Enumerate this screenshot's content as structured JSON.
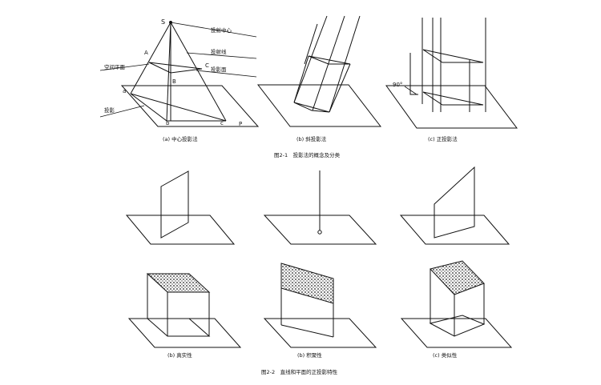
{
  "figure_2_1": {
    "caption": "图2-1　投影法的概念及分类",
    "panel_a": {
      "caption": "(a) 中心投影法",
      "labels": {
        "S": "S",
        "A": "A",
        "B": "B",
        "C": "C",
        "a": "a",
        "b": "b",
        "c": "c",
        "P": "P",
        "center": "投射中心",
        "ray": "投射线",
        "shadow": "投影面",
        "space": "空间平面",
        "proj": "投影"
      }
    },
    "panel_b": {
      "caption": "(b) 斜投影法"
    },
    "panel_c": {
      "caption": "(c) 正投影法",
      "angle": "90°"
    }
  },
  "figure_2_2": {
    "caption": "图2-2　直线和平面的正投影特性",
    "captions": [
      "(b) 真实性",
      "(b) 积聚性",
      "(c) 类似性"
    ]
  }
}
